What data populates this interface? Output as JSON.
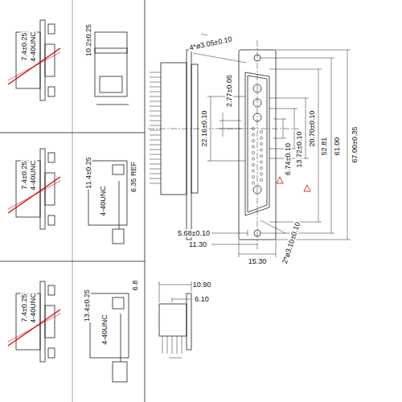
{
  "diagram": {
    "labels": [
      "4*ø3.05±0.10",
      "2.77±0.05",
      "22.16±0.10",
      "20.70±0.10",
      "13.72±0.10",
      "6.74±0.10",
      "52.81",
      "61.00",
      "67.00±0.35",
      "5.68±0.10",
      "11.30",
      "15.30",
      "2*ø3.10±0.10",
      "10.90",
      "6.10",
      "7.4±0.25",
      "4-40UNC",
      "10.2±0.25",
      "7.4±0.25",
      "4-40UNC",
      "11.4±0.25",
      "6.35 REF",
      "4-40UNC",
      "7.4±0.25",
      "4-40UNC",
      "13.4±0.25",
      "4-40UNC",
      "6.8"
    ]
  }
}
